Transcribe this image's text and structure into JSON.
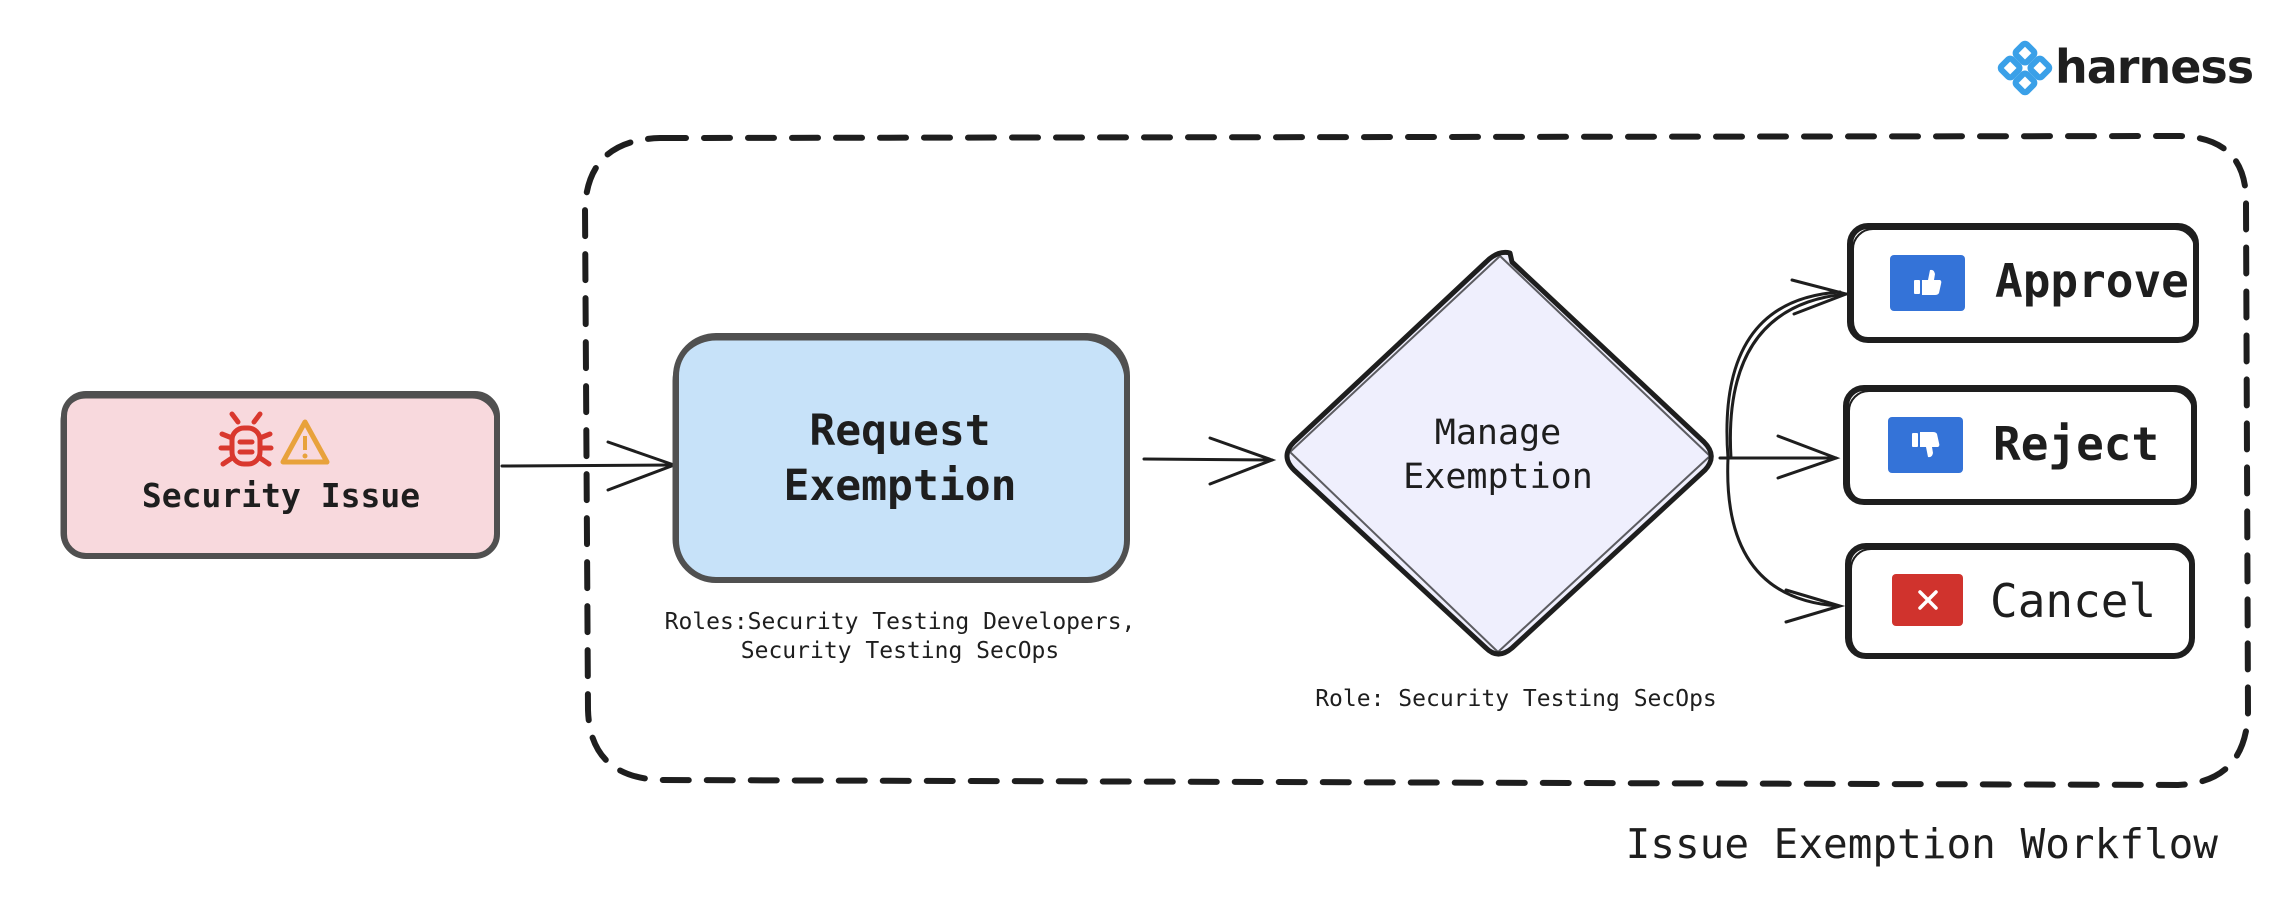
{
  "brand": {
    "name": "harness",
    "logo_icon": "harness-logo-icon",
    "logo_color": "#3aa0e8"
  },
  "security_issue": {
    "label": "Security Issue",
    "icons": [
      "bug-icon",
      "warning-icon"
    ],
    "fill": "#f8d9dd",
    "bug_color": "#d9382e",
    "warning_color": "#e8a23b"
  },
  "request_exemption": {
    "line1": "Request",
    "line2": "Exemption",
    "fill": "#c7e2f9",
    "roles_line1": "Roles:Security Testing Developers,",
    "roles_line2": "Security Testing SecOps"
  },
  "manage_exemption": {
    "line1": "Manage",
    "line2": "Exemption",
    "fill": "#efeffd",
    "role": "Role: Security Testing SecOps"
  },
  "outcomes": [
    {
      "label": "Approve",
      "icon": "thumbs-up-icon",
      "icon_bg": "#3473d8"
    },
    {
      "label": "Reject",
      "icon": "thumbs-down-icon",
      "icon_bg": "#3473d8"
    },
    {
      "label": "Cancel",
      "icon": "close-icon",
      "icon_bg": "#d0332d"
    }
  ],
  "workflow_title": "Issue Exemption Workflow"
}
